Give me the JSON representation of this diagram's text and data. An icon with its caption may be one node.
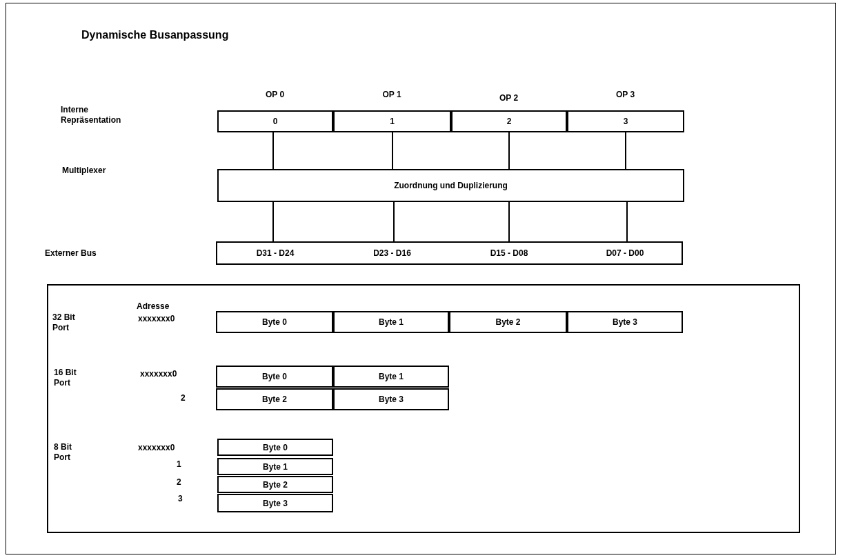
{
  "diagram": {
    "title": "Dynamische Busanpassung",
    "nodes": [
      {
        "text": [
          "0"
        ],
        "beside": [
          "OP 0"
        ]
      },
      {
        "text": [
          "1"
        ],
        "beside": [
          "OP 1"
        ]
      },
      {
        "text": [
          "2"
        ],
        "beside": [
          "OP 2"
        ]
      },
      {
        "text": [
          "3"
        ],
        "beside": [
          "OP 3"
        ]
      },
      {
        "text": [
          "Zuordnung und Duplizierung"
        ]
      },
      {
        "text": [
          "D31 - D24"
        ]
      },
      {
        "text": [
          "D23 - D16"
        ]
      },
      {
        "text": [
          "D15 - D08"
        ]
      },
      {
        "text": [
          "D07 - D00"
        ]
      },
      {
        "text": [],
        "shape": "box"
      },
      {
        "text": [
          "Byte 0"
        ],
        "in": 9
      },
      {
        "text": [
          "Byte 1"
        ],
        "in": 9
      },
      {
        "text": [
          "Byte 2"
        ],
        "in": 9
      },
      {
        "text": [
          "Byte 3"
        ],
        "in": 9
      },
      {
        "text": [
          "Byte 0"
        ],
        "in": 9
      },
      {
        "text": [
          "Byte 1"
        ],
        "in": 9
      },
      {
        "text": [
          "Byte 2"
        ],
        "in": 9
      },
      {
        "text": [
          "Byte 3"
        ],
        "in": 9
      },
      {
        "text": [
          "Byte 0"
        ],
        "in": 9
      },
      {
        "text": [
          "Byte 1"
        ],
        "in": 9
      },
      {
        "text": [
          "Byte 2"
        ],
        "in": 9
      },
      {
        "text": [
          "Byte 3"
        ],
        "in": 9
      }
    ],
    "edges": [
      {
        "from": 0,
        "to": 4,
        "arrow": "none"
      },
      {
        "from": 1,
        "to": 4,
        "arrow": "none"
      },
      {
        "from": 2,
        "to": 4,
        "arrow": "none"
      },
      {
        "from": 3,
        "to": 4,
        "arrow": "none"
      },
      {
        "from": 4,
        "to": 5,
        "arrow": "none"
      },
      {
        "from": 4,
        "to": 6,
        "arrow": "none"
      },
      {
        "from": 4,
        "to": 7,
        "arrow": "none"
      },
      {
        "from": 4,
        "to": 8,
        "arrow": "none"
      }
    ],
    "labels": [
      "Interne Repräsentation",
      "Multiplexer",
      "Externer Bus",
      "Adresse",
      "32 Bit Port",
      "xxxxxxx0",
      "16 Bit Port",
      "xxxxxxx0",
      "2",
      "8 Bit Port",
      "xxxxxxx0",
      "1",
      "2",
      "3"
    ]
  }
}
